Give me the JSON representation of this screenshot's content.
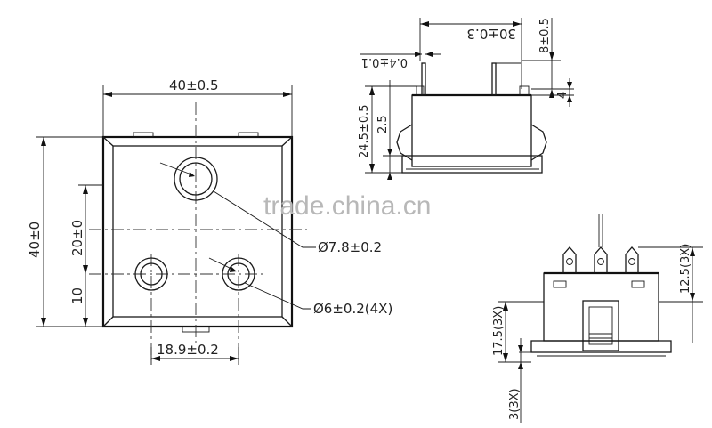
{
  "watermark": "trade.china.cn",
  "front_view": {
    "width_label": "40±0.5",
    "height_label": "40±0",
    "offset_label_20": "20±0",
    "offset_label_10": "10",
    "pitch_label": "18.9±0.2",
    "hole_large_label": "Ø7.8±0.2",
    "hole_small_label": "Ø6±0.2(4X)"
  },
  "top_view": {
    "width_label": "30±0.3",
    "pin_thickness_label": "0.4±0.1",
    "pin_height_label": "8±0.5",
    "body_height_label": "24.5±0.5",
    "step_label_4": "4",
    "step_label_25": "2.5"
  },
  "side_view": {
    "height_label": "12.5(3X)",
    "body_label": "17.5(3X)",
    "base_label": "3(3X)"
  }
}
